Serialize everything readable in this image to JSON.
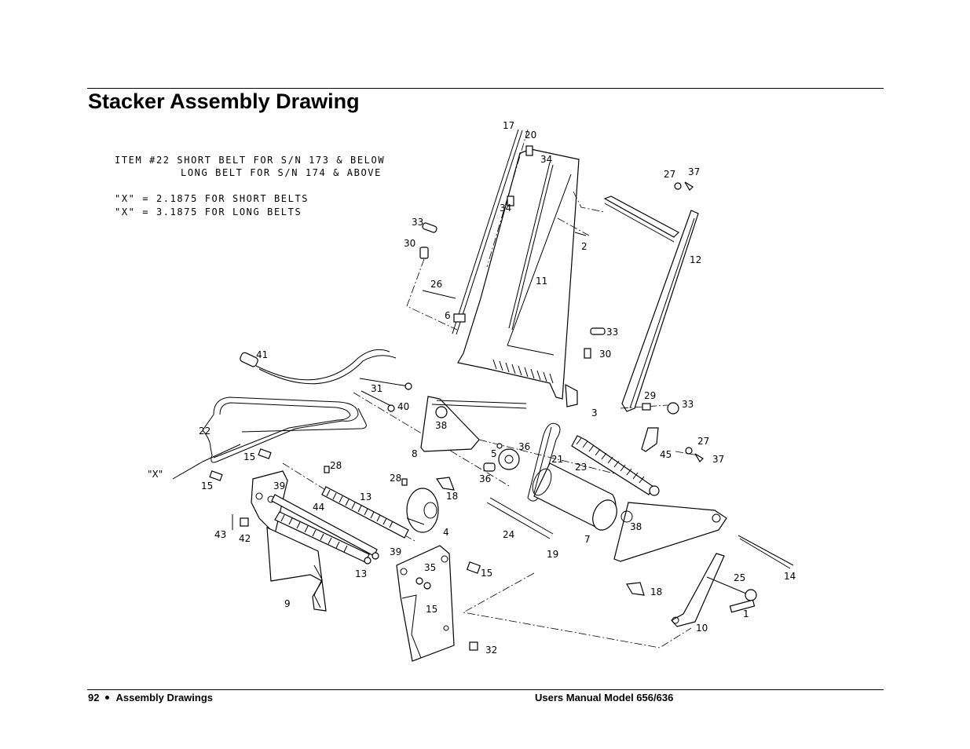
{
  "header": {
    "title": "Stacker Assembly Drawing"
  },
  "notes": [
    "ITEM #22 SHORT BELT FOR S/N 173 & BELOW",
    "LONG BELT FOR S/N 174 & ABOVE",
    "\"X\" = 2.1875 FOR SHORT BELTS",
    "\"X\" = 3.1875 FOR LONG BELTS"
  ],
  "callouts": {
    "c1": "1",
    "c2": "2",
    "c3": "3",
    "c4": "4",
    "c5": "5",
    "c6": "6",
    "c7": "7",
    "c8": "8",
    "c9": "9",
    "c10": "10",
    "c11": "11",
    "c12": "12",
    "c13a": "13",
    "c13b": "13",
    "c14": "14",
    "c15a": "15",
    "c15b": "15",
    "c15c": "15",
    "c15d": "15",
    "c17": "17",
    "c18a": "18",
    "c18b": "18",
    "c19": "19",
    "c20": "20",
    "c21": "21",
    "c22": "22",
    "c23": "23",
    "c24": "24",
    "c25": "25",
    "c26": "26",
    "c27a": "27",
    "c27b": "27",
    "c28a": "28",
    "c28b": "28",
    "c29": "29",
    "c30a": "30",
    "c30b": "30",
    "c31": "31",
    "c32": "32",
    "c33a": "33",
    "c33b": "33",
    "c33c": "33",
    "c34a": "34",
    "c34b": "34",
    "c35": "35",
    "c36a": "36",
    "c36b": "36",
    "c37a": "37",
    "c37b": "37",
    "c38a": "38",
    "c38b": "38",
    "c39a": "39",
    "c39b": "39",
    "c40": "40",
    "c41": "41",
    "c42": "42",
    "c43": "43",
    "c44": "44",
    "c45": "45",
    "x": "\"X\""
  },
  "footer": {
    "page_number": "92",
    "section": "Assembly Drawings",
    "manual": "Users Manual Model 656/636"
  }
}
